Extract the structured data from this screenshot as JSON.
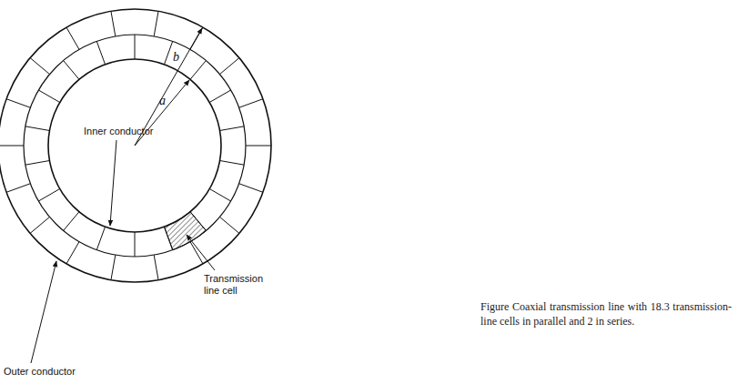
{
  "diagram": {
    "caption": "Figure Coaxial transmission line with 18.3 transmission-line cells in parallel and 2 in series.",
    "labels": [
      "b",
      "a",
      "Inner conductor",
      "Transmission line cell",
      "Outer conductor"
    ]
  }
}
